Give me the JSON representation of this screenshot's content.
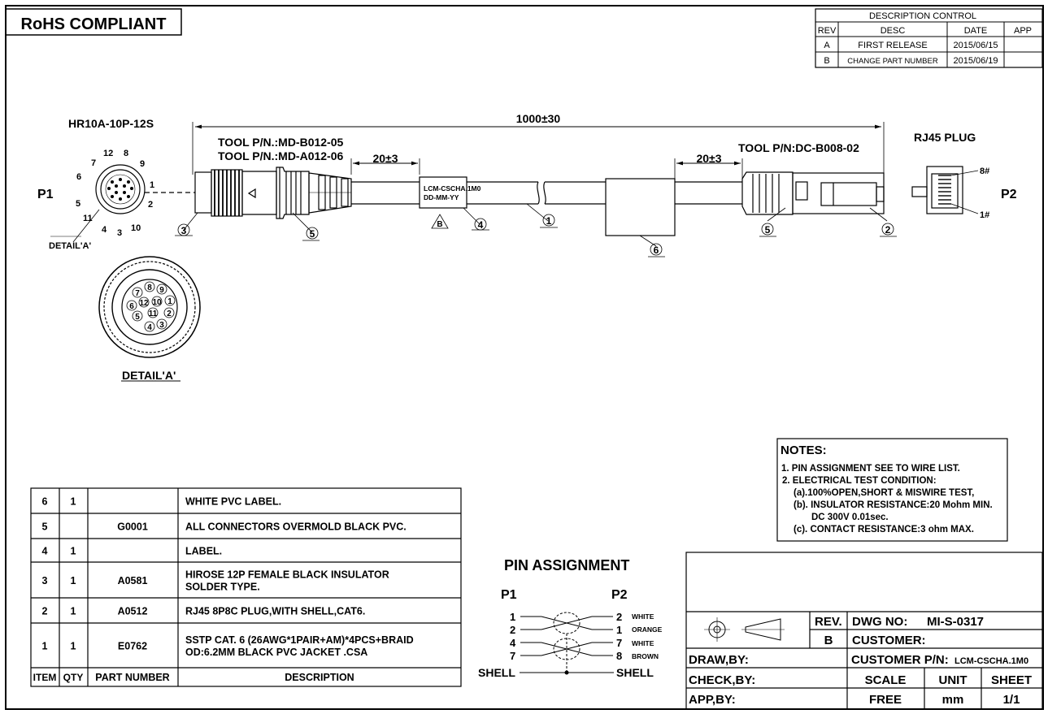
{
  "rohs": "RoHS COMPLIANT",
  "rev_table": {
    "title": "DESCRIPTION  CONTROL",
    "headers": [
      "REV",
      "DESC",
      "DATE",
      "APP"
    ],
    "rows": [
      {
        "rev": "A",
        "desc": "FIRST RELEASE",
        "date": "2015/06/15",
        "app": ""
      },
      {
        "rev": "B",
        "desc": "CHANGE PART NUMBER",
        "date": "2015/06/19",
        "app": ""
      }
    ]
  },
  "drawing": {
    "p1_part": "HR10A-10P-12S",
    "p1_label": "P1",
    "p2_label": "P2",
    "rj45_label": "RJ45 PLUG",
    "length": "1000±30",
    "tool_p1_a": "TOOL P/N.:MD-B012-05",
    "tool_p1_b": "TOOL P/N.:MD-A012-06",
    "tool_p2": "TOOL P/N:DC-B008-02",
    "dim_left": "20±3",
    "dim_right": "20±3",
    "label_line1": "LCM-CSCHA.1M0",
    "label_line2": "DD-MM-YY",
    "rev_tri": "B",
    "callouts": [
      "3",
      "5",
      "4",
      "1",
      "6",
      "5",
      "2"
    ],
    "pins_face": [
      "7",
      "12",
      "8",
      "9",
      "6",
      "1",
      "5",
      "2",
      "11",
      "4",
      "3",
      "10"
    ],
    "pins_detail": [
      "7",
      "8",
      "9",
      "6",
      "12",
      "10",
      "1",
      "5",
      "11",
      "2",
      "4",
      "3"
    ],
    "detail_label_small": "DETAIL'A'",
    "detail_label": "DETAIL'A'",
    "rj_pin_top": "8#",
    "rj_pin_bottom": "1#"
  },
  "notes": {
    "title": "NOTES:",
    "lines": [
      "1. PIN ASSIGNMENT SEE TO WIRE LIST.",
      "2. ELECTRICAL TEST CONDITION:",
      "(a).100%OPEN,SHORT & MISWIRE TEST,",
      "(b). INSULATOR RESISTANCE:20 Mohm MIN.",
      "DC 300V 0.01sec.",
      "(c). CONTACT RESISTANCE:3 ohm MAX."
    ]
  },
  "bom": {
    "headers": [
      "ITEM",
      "QTY",
      "PART NUMBER",
      "DESCRIPTION"
    ],
    "rows": [
      {
        "item": "6",
        "qty": "1",
        "part": "",
        "desc": [
          "WHITE PVC LABEL."
        ]
      },
      {
        "item": "5",
        "qty": "",
        "part": "G0001",
        "desc": [
          "ALL CONNECTORS OVERMOLD BLACK PVC."
        ]
      },
      {
        "item": "4",
        "qty": "1",
        "part": "",
        "desc": [
          "LABEL."
        ]
      },
      {
        "item": "3",
        "qty": "1",
        "part": "A0581",
        "desc": [
          "HIROSE 12P FEMALE BLACK INSULATOR",
          "SOLDER TYPE."
        ]
      },
      {
        "item": "2",
        "qty": "1",
        "part": "A0512",
        "desc": [
          "RJ45 8P8C PLUG,WITH SHELL,CAT6."
        ]
      },
      {
        "item": "1",
        "qty": "1",
        "part": "E0762",
        "desc": [
          "SSTP CAT. 6  (26AWG*1PAIR+AM)*4PCS+BRAID",
          "OD:6.2MM  BLACK PVC JACKET .CSA"
        ]
      }
    ]
  },
  "pin_assignment": {
    "title": "PIN ASSIGNMENT",
    "p1": "P1",
    "p2": "P2",
    "rows": [
      {
        "left": "1",
        "right": "2",
        "color": "WHITE"
      },
      {
        "left": "2",
        "right": "1",
        "color": "ORANGE"
      },
      {
        "left": "4",
        "right": "7",
        "color": "WHITE"
      },
      {
        "left": "7",
        "right": "8",
        "color": "BROWN"
      }
    ],
    "shell_left": "SHELL",
    "shell_right": "SHELL"
  },
  "title_block": {
    "rev_label": "REV.",
    "rev_value": "B",
    "dwg_label": "DWG NO:",
    "dwg_value": "MI-S-0317",
    "customer": "CUSTOMER:",
    "customer_pn_label": "CUSTOMER P/N:",
    "customer_pn_value": "LCM-CSCHA.1M0",
    "draw_by": "DRAW,BY:",
    "check_by": "CHECK,BY:",
    "app_by": "APP,BY:",
    "scale_label": "SCALE",
    "unit_label": "UNIT",
    "sheet_label": "SHEET",
    "scale_value": "FREE",
    "unit_value": "mm",
    "sheet_value": "1/1"
  }
}
